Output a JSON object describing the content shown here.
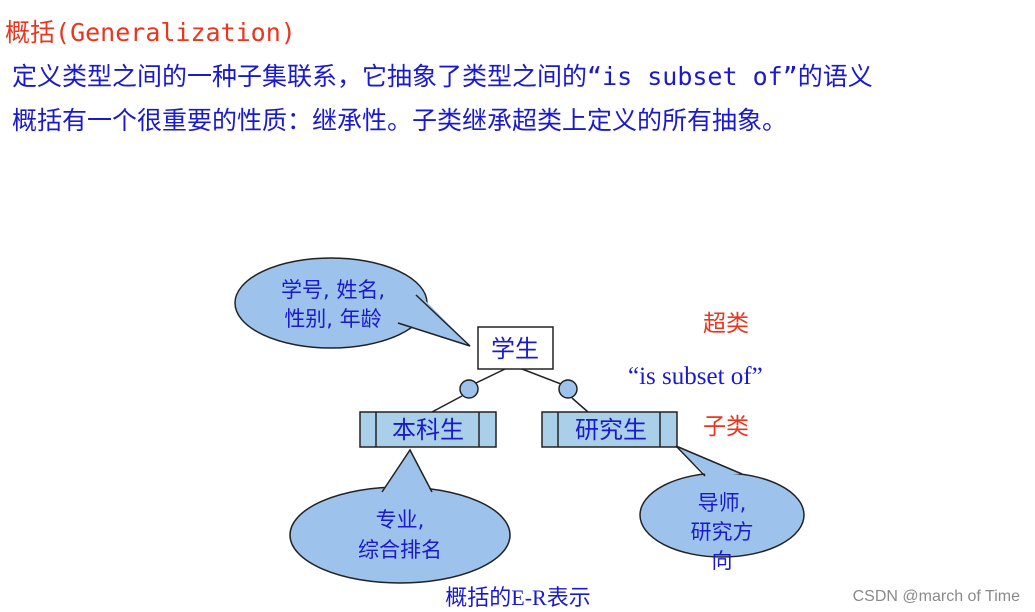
{
  "header": {
    "title_cn": "概括",
    "title_en": "(Generalization)",
    "line1_a": "定义类型之间的一种子集联系，它抽象了类型之间的",
    "line1_b": "“is subset of”",
    "line1_c": "的语义",
    "line2": "概括有一个很重要的性质：继承性。子类继承超类上定义的所有抽象。"
  },
  "diagram": {
    "superclass": "学生",
    "subclass_left": "本科生",
    "subclass_right": "研究生",
    "bubble_super": [
      "学号, 姓名,",
      "性别, 年龄"
    ],
    "bubble_left": [
      "专业,",
      "综合排名"
    ],
    "bubble_right": [
      "导师,",
      "研究方",
      "向"
    ],
    "label_super": "超类",
    "label_relation": "“is subset of”",
    "label_sub": "子类",
    "caption": "概括的E-R表示"
  },
  "watermark": "CSDN @march of Time",
  "colors": {
    "title_red": "#e8361f",
    "text_blue": "#1a1acc",
    "bubble_fill": "#9dc3ec",
    "subclass_fill": "#a9cfe9"
  }
}
